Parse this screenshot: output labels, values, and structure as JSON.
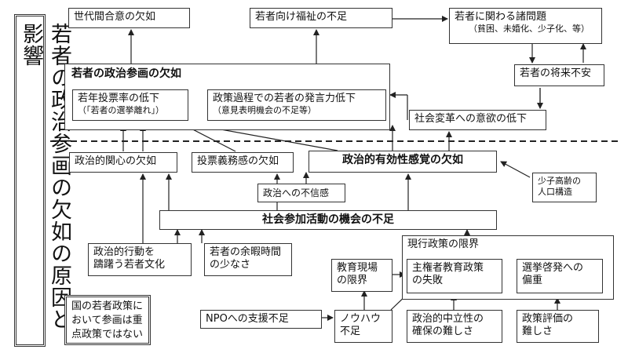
{
  "title": "若者の政治参画の欠如の原因と影響",
  "nodes": {
    "sedai": "世代間合意の欠如",
    "fukushi": "若者向け福祉の不足",
    "shomondai_title": "若者に関わる諸問題",
    "shomondai_sub": "（貧困、未婚化、少子化、等）",
    "shorai": "若者の将来不安",
    "sanka_ketsujo": "若者の政治参画の欠如",
    "tohyoritsu": "若年投票率の低下",
    "tohyoritsu_sub": "（「若者の選挙離れ」）",
    "hatsugenryoku": "政策過程での若者の発言力低下",
    "hatsugenryoku_sub": "（意見表明機会の不足等）",
    "henkaku": "社会変革への意欲の低下",
    "kanshin": "政治的関心の欠如",
    "gimukan": "投票義務感の欠如",
    "yukosei": "政治的有効性感覚の欠如",
    "shoshi": "少子高齢の",
    "shoshi2": "人口構造",
    "fushin": "政治への不信感",
    "shakai_sanka": "社会参加活動の機会の不足",
    "kodo": "政治的行動を",
    "kodo2": "躊躇う若者文化",
    "yoka": "若者の余暇時間",
    "yoka2": "の少なさ",
    "genkai_title": "現行政策の限界",
    "kyoiku_genba": "教育現場",
    "kyoiku_genba2": "の限界",
    "shukensha": "主権者教育政策",
    "shukensha2": "の失敗",
    "senkyo": "選挙啓発への",
    "senkyo2": "偏重",
    "npo": "NPOへの支援不足",
    "knowhow": "ノウハウ",
    "knowhow2": "不足",
    "churitsu": "政治的中立性の",
    "churitsu2": "確保の難しさ",
    "hyoka": "政策評価の",
    "hyoka2": "難しさ",
    "note1": "国の若者政策に",
    "note2": "おいて参画は重",
    "note3": "点政策ではない"
  }
}
